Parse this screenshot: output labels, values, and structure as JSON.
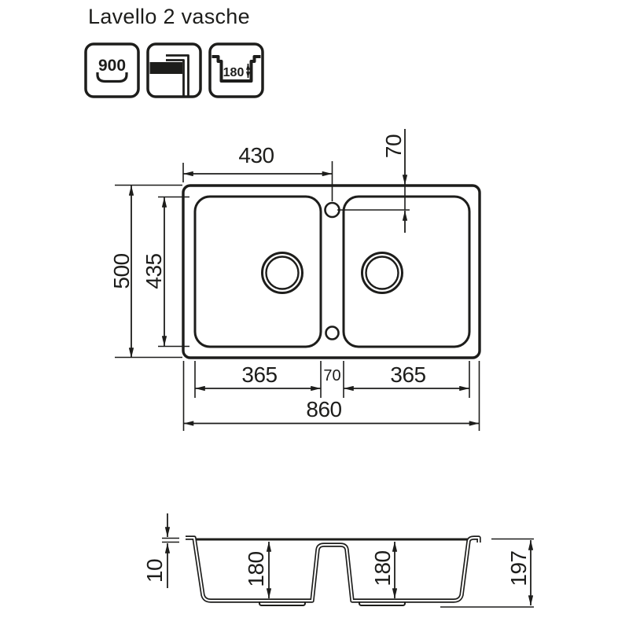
{
  "title": "Lavello 2 vasche",
  "badges": {
    "cabinet_width": "900",
    "bowl_depth": "180"
  },
  "top_view": {
    "dims": {
      "tap_from_left": "430",
      "tap_from_edge": "70",
      "overall_depth": "500",
      "bowl_depth": "435",
      "bowl_left_width": "365",
      "divider_width": "70",
      "bowl_right_width": "365",
      "overall_width": "860"
    }
  },
  "section_view": {
    "dims": {
      "rim_thickness": "10",
      "bowl_depth_left": "180",
      "bowl_depth_right": "180",
      "total_height": "197"
    }
  },
  "colors": {
    "line": "#1d1d1b",
    "background": "#ffffff"
  }
}
